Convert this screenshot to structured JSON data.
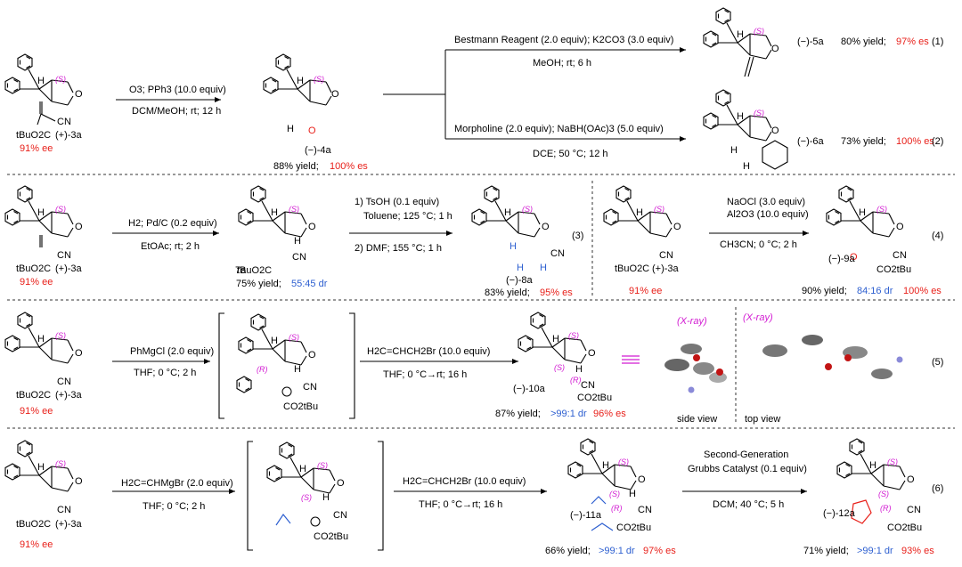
{
  "eqnums": [
    "(1)",
    "(2)",
    "(3)",
    "(4)",
    "(5)",
    "(6)"
  ],
  "stereo_S": "(S)",
  "stereo_R": "(R)",
  "xray": "(X-ray)",
  "views": {
    "side": "side view",
    "top": "top view"
  },
  "sm": {
    "label": "(+)-3a",
    "ee": "91% ee",
    "ester": "tBuO2C",
    "cn": "CN",
    "h": "H",
    "o": "O"
  },
  "r1": {
    "arrow1": "O3; PPh3 (10.0 equiv)",
    "arrow1b": "DCM/MeOH; rt; 12 h",
    "p4a": "(−)-4a",
    "p4a_yield": "88% yield; ",
    "p4a_es": "100% es",
    "upper_reag": "Bestmann Reagent (2.0 equiv); K2CO3 (3.0 equiv)",
    "upper_cond": "MeOH; rt; 6 h",
    "p5a": "(−)-5a",
    "p5a_yield": "80% yield; ",
    "p5a_es": "97% es",
    "lower_reag": "Morpholine (2.0 equiv); NaBH(OAc)3 (5.0 equiv)",
    "lower_cond": "DCE; 50 °C; 12 h",
    "p6a": "(−)-6a",
    "p6a_yield": "73% yield; ",
    "p6a_es": "100% es"
  },
  "r3": {
    "a1": "H2; Pd/C (0.2 equiv)",
    "a1b": "EtOAc; rt; 2 h",
    "p7a": "7a",
    "p7a_yield": "75% yield; ",
    "p7a_dr": "55:45 dr",
    "a2": "1) TsOH (0.1 equiv)",
    "a2b": "Toluene; 125 °C; 1 h",
    "a2c": "2) DMF; 155 °C; 1 h",
    "p8a": "(−)-8a",
    "p8a_yield": "83% yield; ",
    "p8a_es": "95% es"
  },
  "r4": {
    "a1": "NaOCl (3.0 equiv)",
    "a1b": "Al2O3 (10.0 equiv)",
    "a1c": "CH3CN; 0 °C; 2 h",
    "p9a": "(−)-9a",
    "ester": "CO2tBu",
    "p9a_yield": "90% yield; ",
    "p9a_dr": "84:16 dr",
    "p9a_es": "100% es"
  },
  "r5": {
    "a1": "PhMgCl (2.0 equiv)",
    "a1b": "THF; 0 °C; 2 h",
    "a2": "H2C=CHCH2Br (10.0 equiv)",
    "a2b": "THF; 0 °C→rt; 16 h",
    "p10a": "(−)-10a",
    "ester": "CO2tBu",
    "p10a_yield": "87% yield; ",
    "p10a_dr": ">99:1 dr",
    "p10a_es": "96% es"
  },
  "r6": {
    "a1": "H2C=CHMgBr (2.0 equiv)",
    "a1b": "THF; 0 °C; 2 h",
    "a2": "H2C=CHCH2Br (10.0 equiv)",
    "a2b": "THF; 0 °C→rt; 16 h",
    "p11a": "(−)-11a",
    "ester": "CO2tBu",
    "p11a_yield": "66% yield; ",
    "p11a_dr": ">99:1 dr",
    "p11a_es": "97% es",
    "a3": "Second-Generation",
    "a3b": "Grubbs Catalyst (0.1 equiv)",
    "a3c": "DCM; 40 °C; 5 h",
    "p12a": "(−)-12a",
    "p12a_yield": "71% yield; ",
    "p12a_dr": ">99:1 dr",
    "p12a_es": "93% es"
  },
  "colors": {
    "red": "#e8201a",
    "blue": "#2d5fd0",
    "magenta": "#d21bd2"
  }
}
